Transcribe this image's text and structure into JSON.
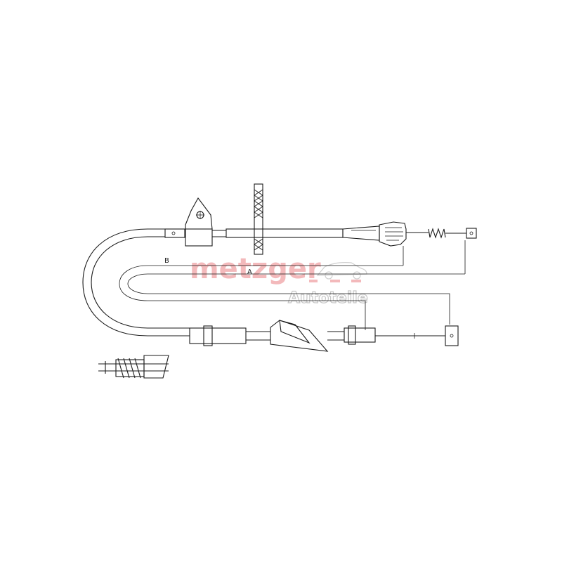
{
  "dimensions": {
    "a_label": "A",
    "b_label": "B"
  },
  "watermark": {
    "brand": "metzger",
    "subtitle": "Autoteile",
    "brand_color": "#f3b9bb",
    "subtitle_color": "#c7c7c7"
  },
  "drawing": {
    "line_color": "#1a1a1a",
    "background": "#ffffff"
  }
}
